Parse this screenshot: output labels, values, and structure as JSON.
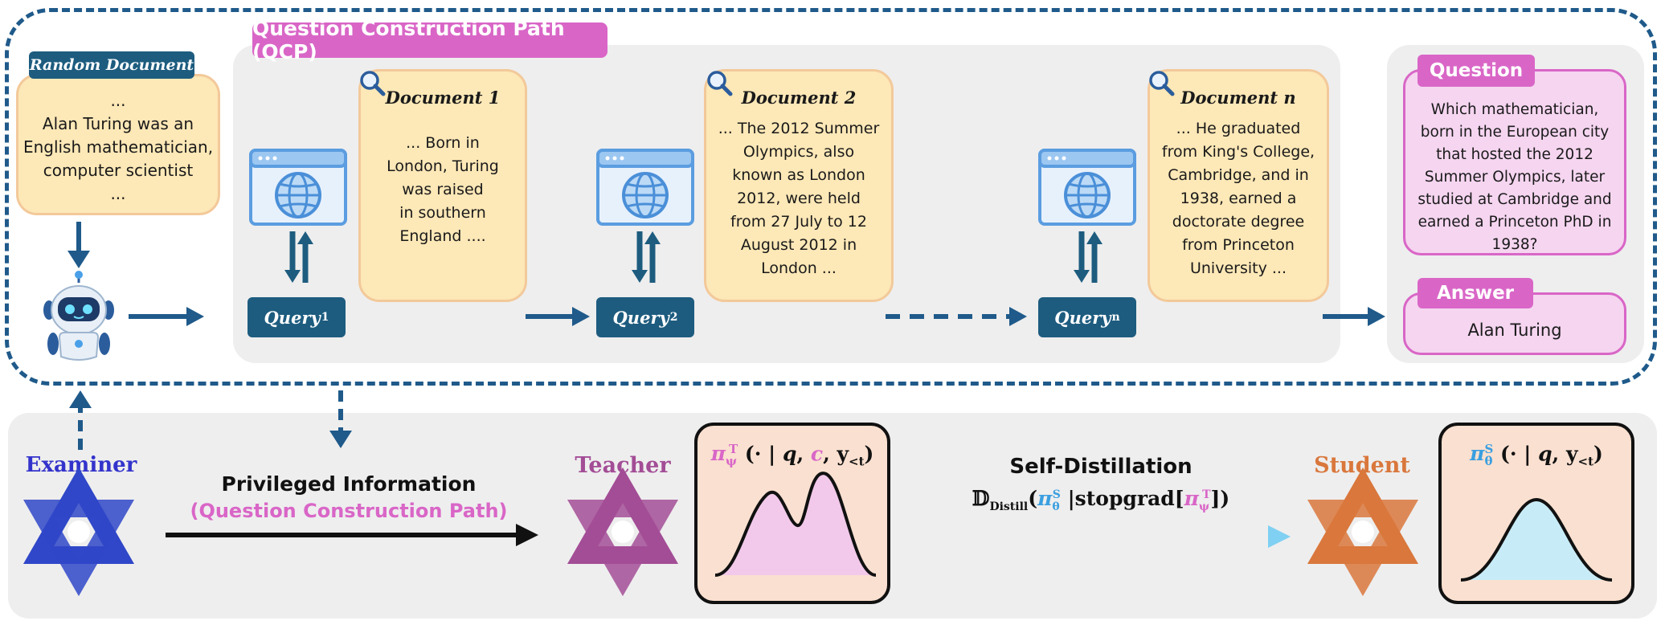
{
  "qcp": {
    "title": "Question Construction Path (QCP)"
  },
  "random_document": {
    "title": "Random Document",
    "lines": [
      "...",
      "Alan Turing was an",
      "English mathematician,",
      "computer scientist",
      "..."
    ]
  },
  "documents": [
    {
      "title": "Document 1",
      "lines": [
        "... Born in",
        "London, Turing",
        "was raised",
        "in southern",
        "England ...."
      ]
    },
    {
      "title": "Document 2",
      "lines": [
        "... The 2012 Summer",
        "Olympics, also",
        "known as London",
        "2012, were held",
        "from 27 July to 12",
        "August 2012 in",
        "London ..."
      ]
    },
    {
      "title": "Document n",
      "lines": [
        "... He graduated",
        "from King's College,",
        "Cambridge, and in",
        "1938, earned a",
        "doctorate degree",
        "from Princeton",
        "University ..."
      ]
    }
  ],
  "queries": [
    {
      "label": "Query",
      "sub": "1"
    },
    {
      "label": "Query",
      "sub": "2"
    },
    {
      "label": "Query",
      "sub": "n"
    }
  ],
  "question": {
    "title": "Question",
    "lines": [
      "Which mathematician,",
      "born in the European city",
      "that hosted the 2012",
      "Summer Olympics, later",
      "studied at Cambridge and",
      "earned a Princeton PhD in",
      "1938?"
    ]
  },
  "answer": {
    "title": "Answer",
    "text": "Alan Turing"
  },
  "examiner": {
    "label": "Examiner"
  },
  "privileged": {
    "line1": "Privileged Information",
    "line2": "(Question Construction Path)"
  },
  "teacher": {
    "label": "Teacher",
    "formula": {
      "pi": "π",
      "sub": "ψ",
      "sup": "T",
      "open": " (· | ",
      "q": "q",
      "comma1": ", ",
      "c": "c",
      "comma2": ", ",
      "y": "y",
      "ysub": "<t",
      "close": ")"
    }
  },
  "self_distillation": {
    "title": "Self-Distillation",
    "formula": {
      "D": "𝔻",
      "Dsub": "Distill",
      "open": "(",
      "pi_s": "π",
      "s_sub": "θ",
      "s_sup": "S",
      "mid": " |stopgrad[",
      "pi_t": "π",
      "t_sub": "ψ",
      "t_sup": "T",
      "close": "])"
    }
  },
  "student": {
    "label": "Student",
    "formula": {
      "pi": "π",
      "sub": "θ",
      "sup": "S",
      "open": " (· | ",
      "q": "q",
      "comma": ", ",
      "y": "y",
      "ysub": "<t",
      "close": ")"
    }
  },
  "colors": {
    "navy": "#1d5c7f",
    "arrow": "#1f5a8a",
    "pink": "#d966c7",
    "teacher": "#a34d96",
    "student": "#d9773c",
    "examiner": "#3333cc",
    "yellow_fill": "#fde8b7",
    "pink_fill": "#f5d5f0",
    "peach_fill": "#fae0d0",
    "blue_fill": "#c8ecf7"
  },
  "icons": [
    "robot-icon",
    "browser-globe-icon",
    "magnifier-icon",
    "qwen-logo-icon",
    "arrow-right-icon",
    "double-arrow-icon"
  ]
}
